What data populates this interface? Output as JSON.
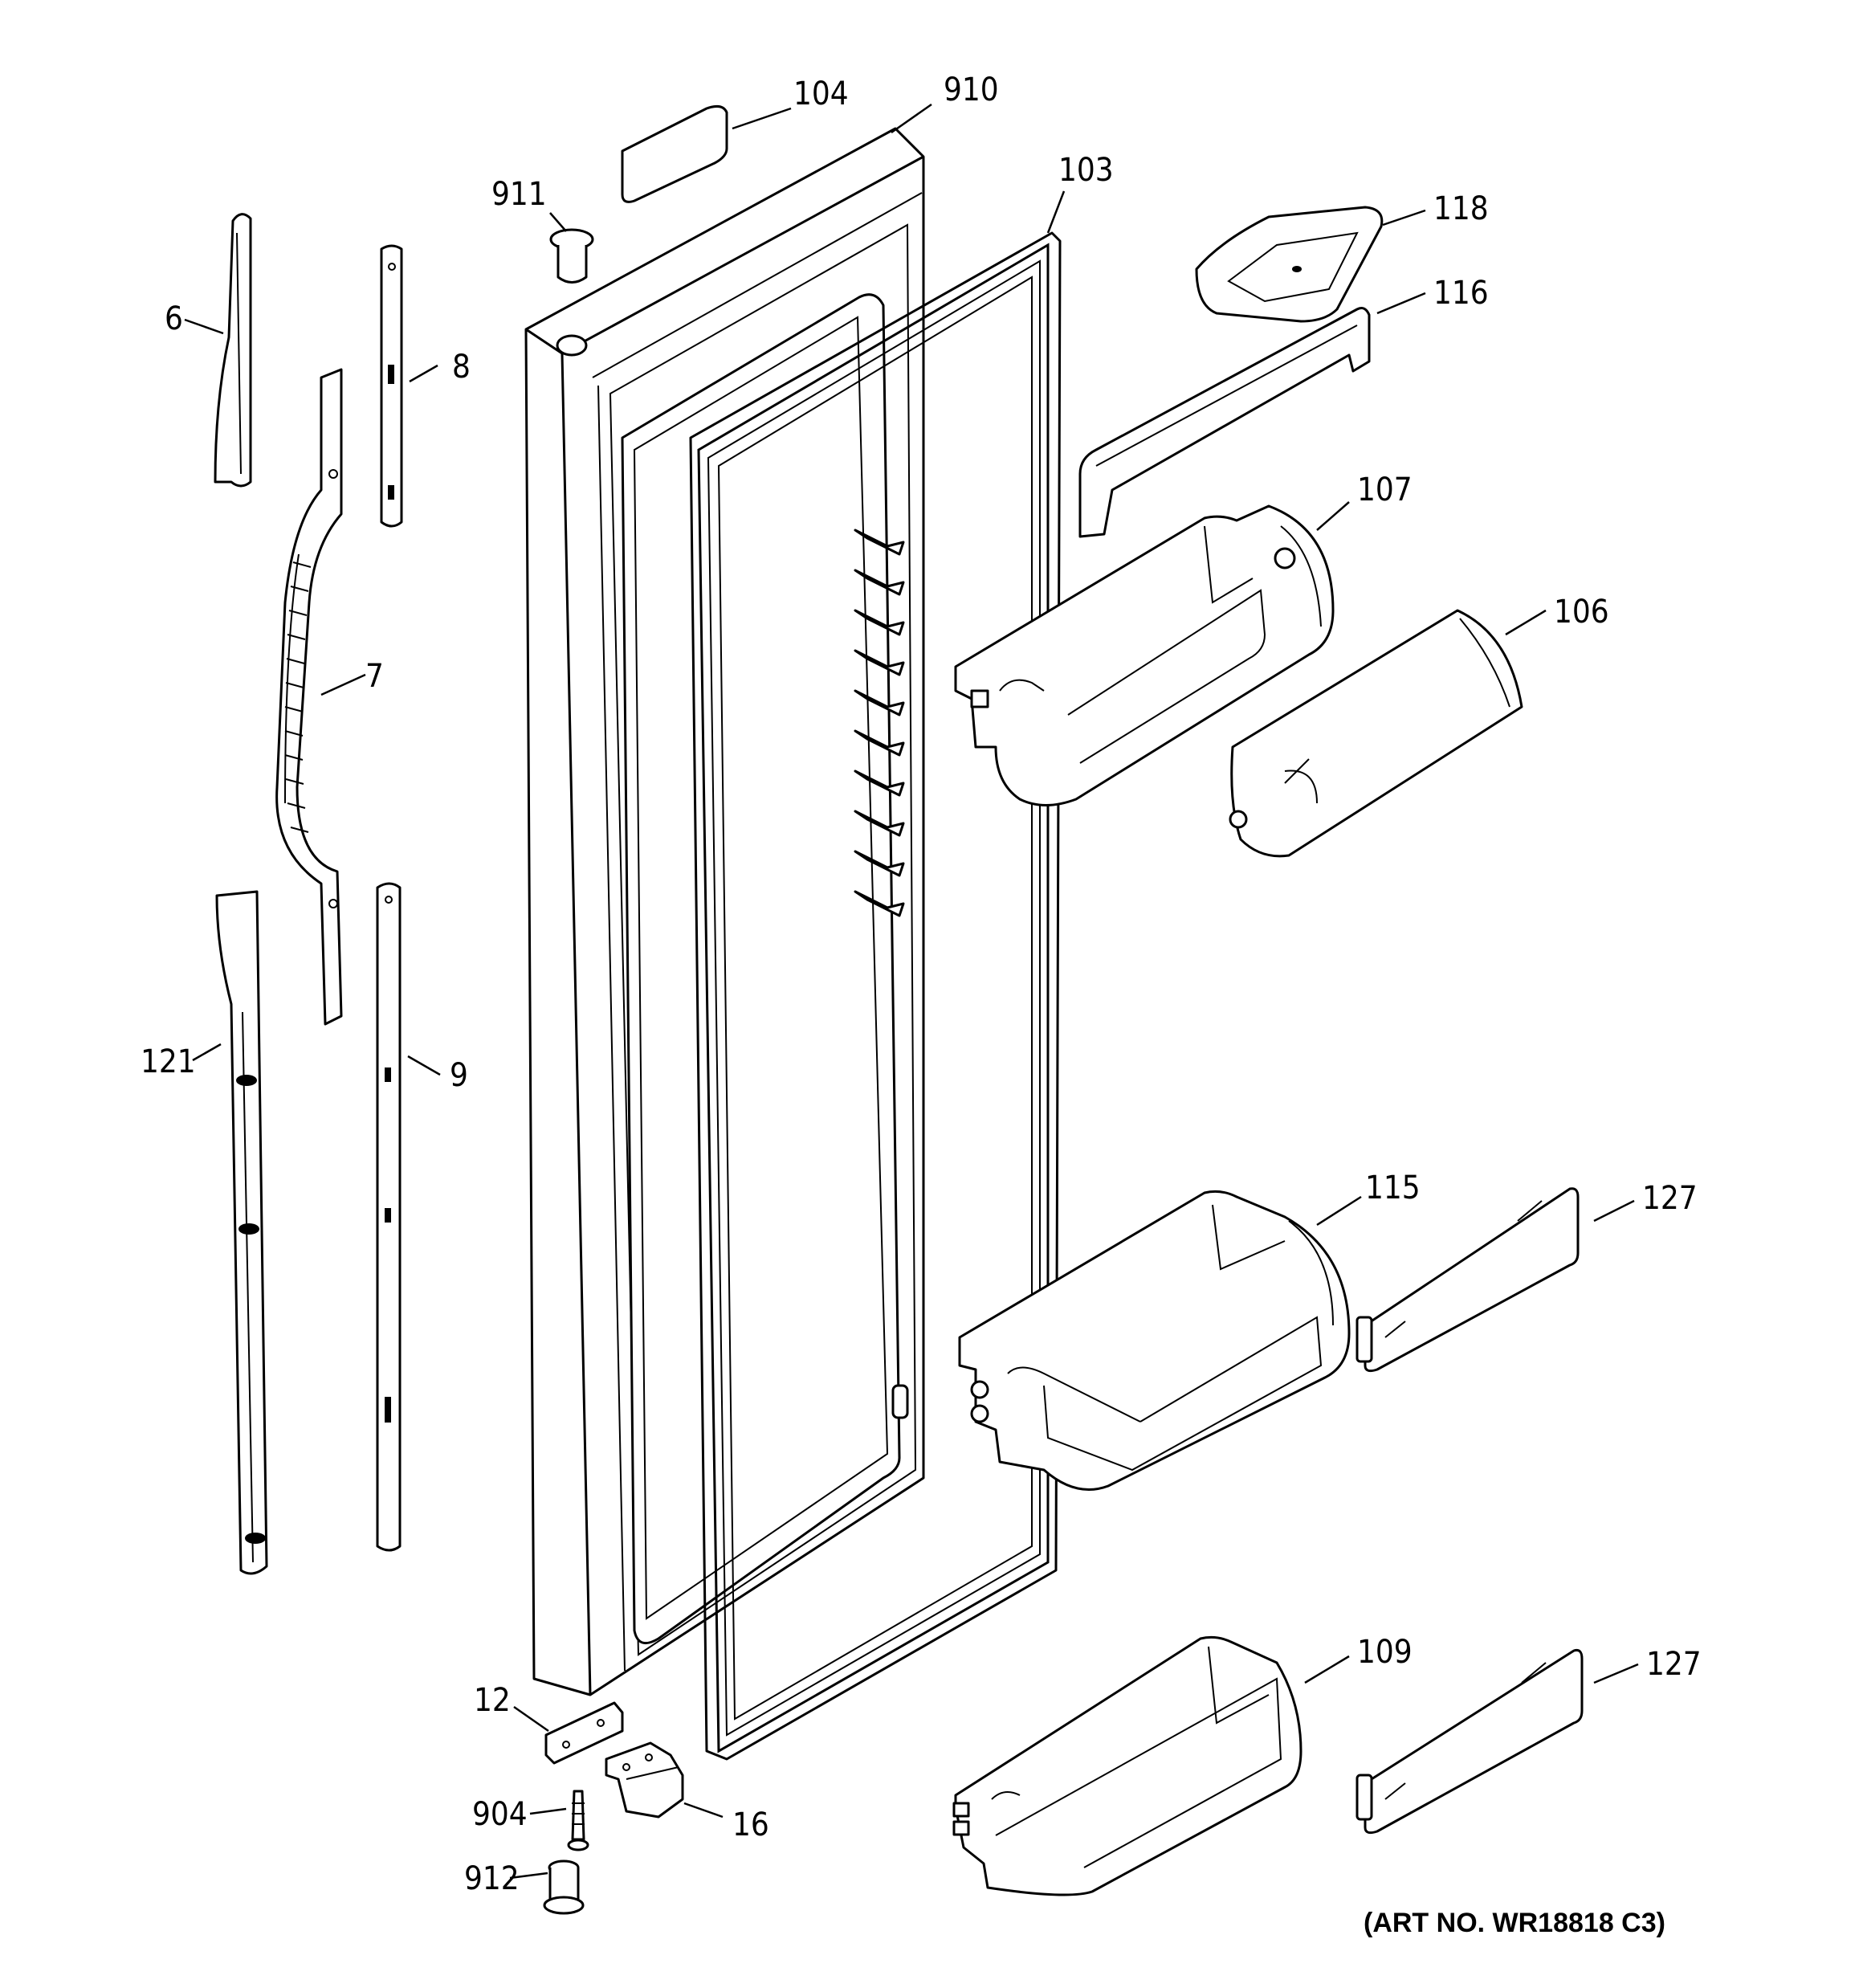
{
  "art_number": "(ART NO. WR18818 C3)",
  "callouts": {
    "c104": "104",
    "c910": "910",
    "c103": "103",
    "c911": "911",
    "c118": "118",
    "c116": "116",
    "c6": "6",
    "c8": "8",
    "c107": "107",
    "c106": "106",
    "c7": "7",
    "c121": "121",
    "c9": "9",
    "c115": "115",
    "c127a": "127",
    "c12": "12",
    "c109": "109",
    "c127b": "127",
    "c904": "904",
    "c16": "16",
    "c912": "912"
  }
}
